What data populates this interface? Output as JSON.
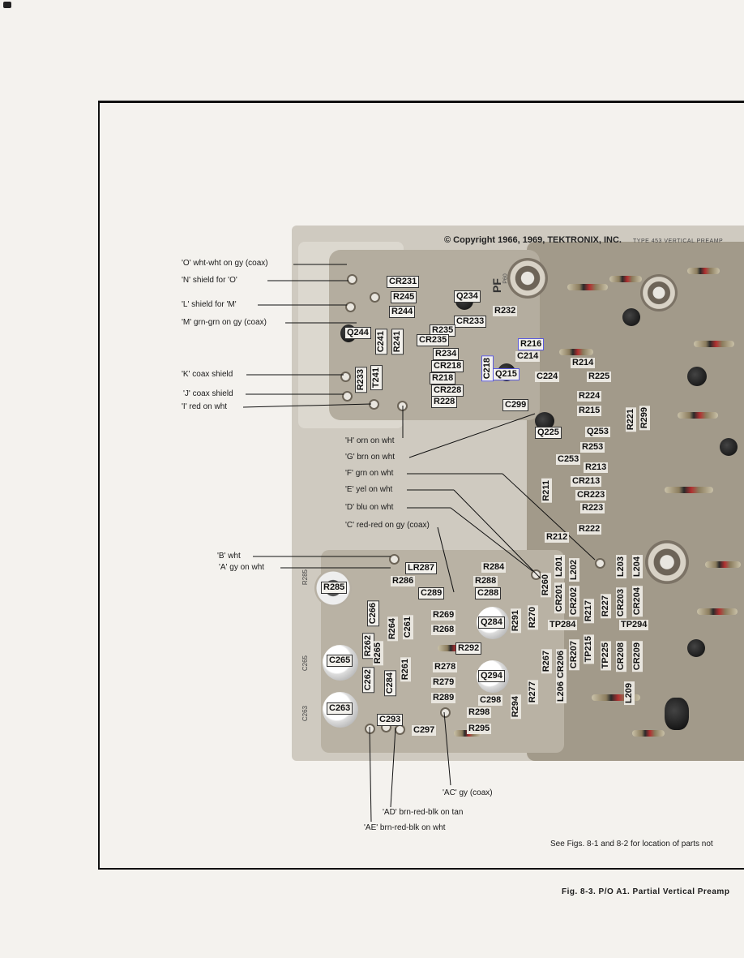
{
  "copyright": "© Copyright 1966, 1969, TEKTRONIX, INC.",
  "board_type": "TYPE 453 VERTICAL PREAMP",
  "board_mark": "PF",
  "board_num": "P60",
  "callouts": {
    "O": "'O' wht-wht on gy (coax)",
    "N": "'N' shield for 'O'",
    "L": "'L' shield for 'M'",
    "M": "'M' grn-grn on gy (coax)",
    "K": "'K' coax shield",
    "J": "'J' coax shield",
    "I": "'I' red on wht",
    "H": "'H' orn on wht",
    "G": "'G' brn on wht",
    "F": "'F' grn on wht",
    "E": "'E' yel on wht",
    "D": "'D' blu on wht",
    "C": "'C' red-red on gy (coax)",
    "B": "'B' wht",
    "A": "'A' gy on wht",
    "AC": "'AC' gy (coax)",
    "AD": "'AD' brn-red-blk on tan",
    "AE": "'AE' brn-red-blk on wht"
  },
  "parts": {
    "CR231": "CR231",
    "R245": "R245",
    "Q234": "Q234",
    "R244": "R244",
    "R232": "R232",
    "CR233": "CR233",
    "Q244": "Q244",
    "C241": "C241",
    "R241": "R241",
    "R235": "R235",
    "CR235": "CR235",
    "R234": "R234",
    "CR218": "CR218",
    "R218": "R218",
    "R233": "R233",
    "T241": "T241",
    "CR228": "CR228",
    "R228": "R228",
    "C218": "C218",
    "Q215": "Q215",
    "R216": "R216",
    "C214": "C214",
    "R214": "R214",
    "C224": "C224",
    "R225": "R225",
    "R224": "R224",
    "C299": "C299",
    "R215": "R215",
    "R221": "R221",
    "R299": "R299",
    "Q225": "Q225",
    "Q253": "Q253",
    "R253": "R253",
    "C253": "C253",
    "R213": "R213",
    "CR213": "CR213",
    "R211": "R211",
    "CR223": "CR223",
    "R223": "R223",
    "R222": "R222",
    "R212": "R212",
    "LR287": "LR287",
    "R284": "R284",
    "R286": "R286",
    "R288": "R288",
    "R285": "R285",
    "C289": "C289",
    "C288": "C288",
    "R269": "R269",
    "Q284": "Q284",
    "C266": "C266",
    "R268": "R268",
    "R264": "R264",
    "C261": "C261",
    "R291": "R291",
    "R270": "R270",
    "R260": "R260",
    "CR201": "CR201",
    "L201": "L201",
    "CR202": "CR202",
    "L202": "L202",
    "R217": "R217",
    "R227": "R227",
    "CR203": "CR203",
    "L203": "L203",
    "CR204": "CR204",
    "L204": "L204",
    "TP284": "TP284",
    "TP294": "TP294",
    "R292": "R292",
    "C265": "C265",
    "R262": "R262",
    "R265": "R265",
    "R261": "R261",
    "R278": "R278",
    "Q294": "Q294",
    "C262": "C262",
    "C284": "C284",
    "R279": "R279",
    "R267": "R267",
    "CR206": "CR206",
    "CR207": "CR207",
    "TP215": "TP215",
    "TP225": "TP225",
    "CR208": "CR208",
    "CR209": "CR209",
    "L206": "L206",
    "L209": "L209",
    "C263": "C263",
    "R289": "R289",
    "C298": "C298",
    "R298": "R298",
    "R294": "R294",
    "R277": "R277",
    "C293": "C293",
    "C297": "C297",
    "R295": "R295"
  },
  "side_labels": {
    "c265": "C265",
    "c263": "C263",
    "r285": "R285"
  },
  "footer_note": "See Figs. 8-1 and 8-2 for location of parts not",
  "caption": "Fig. 8-3.  P/O A1.  Partial Vertical Preamp"
}
